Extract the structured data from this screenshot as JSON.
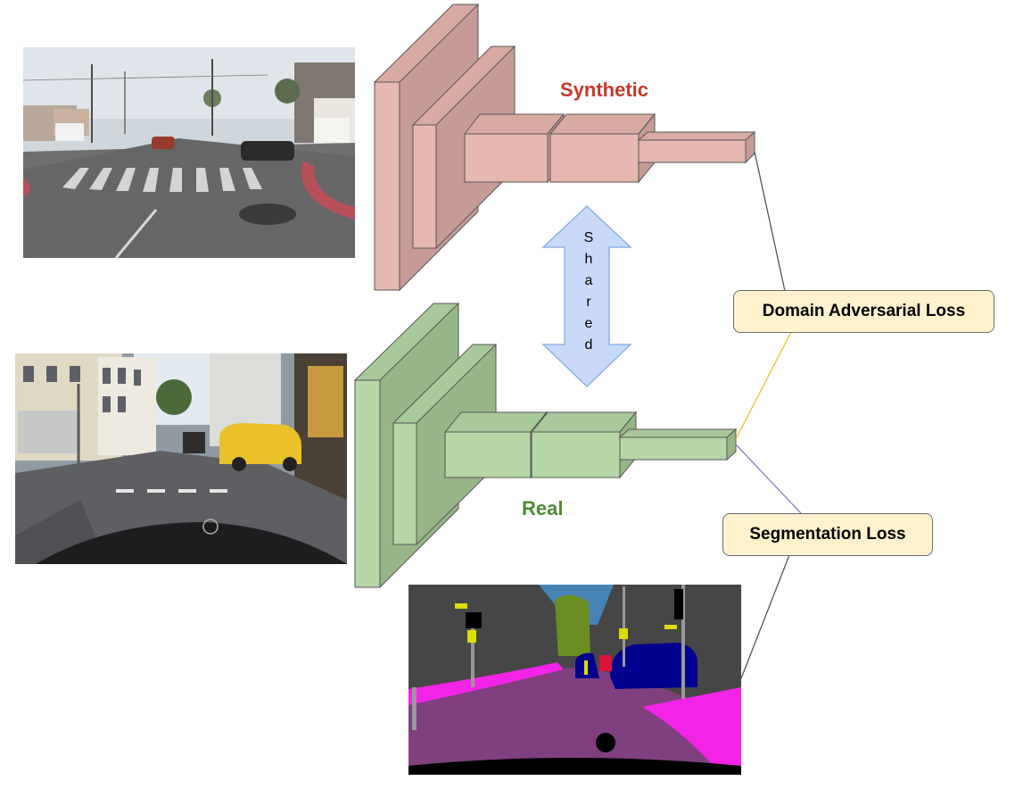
{
  "labels": {
    "synthetic": "Synthetic",
    "real": "Real",
    "shared": [
      "S",
      "h",
      "a",
      "r",
      "e",
      "d"
    ]
  },
  "losses": {
    "domain_adversarial": "Domain Adversarial Loss",
    "segmentation": "Segmentation Loss"
  },
  "colors": {
    "synthetic_text": "#c5392a",
    "real_text": "#4f8a33",
    "synthetic_front": "#e6b8af",
    "synthetic_side": "#c79b95",
    "synthetic_top": "#d9aaa2",
    "real_front": "#b6d7a8",
    "real_side": "#96b68a",
    "real_top": "#a8c99b",
    "arrow_fill": "#c9daf8",
    "arrow_stroke": "#8eb0e6",
    "line_dark": "#555555",
    "line_yellow": "#f0c030",
    "line_purple": "#8e7cc3",
    "loss_fill": "#fff2cc"
  },
  "images": {
    "synthetic_photo": "gta-street-scene",
    "real_photo": "cityscapes-street-scene",
    "segmentation_map": "semantic-segmentation-output"
  }
}
